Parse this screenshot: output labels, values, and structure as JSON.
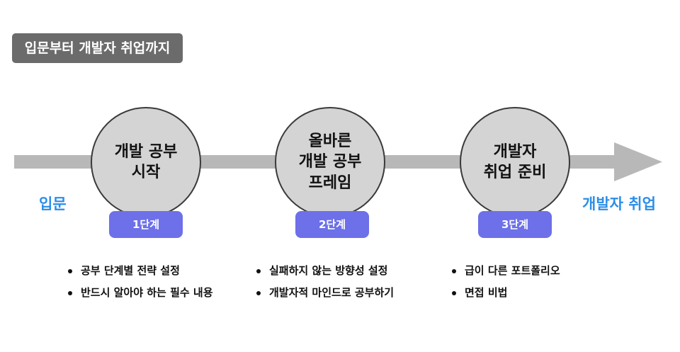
{
  "title": "입문부터 개발자 취업까지",
  "start_label": "입문",
  "end_label": "개발자 취업",
  "stages": [
    {
      "circle_text": "개발 공부\n시작",
      "step": "1단계",
      "bullets": [
        "공부 단계별 전략 설정",
        "반드시 알아야 하는 필수 내용"
      ]
    },
    {
      "circle_text": "올바른\n개발 공부\n프레임",
      "step": "2단계",
      "bullets": [
        "실패하지 않는 방향성 설정",
        "개발자적 마인드로 공부하기"
      ]
    },
    {
      "circle_text": "개발자\n취업 준비",
      "step": "3단계",
      "bullets": [
        "급이 다른 포트폴리오",
        "면접 비법"
      ]
    }
  ],
  "colors": {
    "title_bg": "#6b6b6b",
    "arrow": "#b8b8b8",
    "circle_fill": "#d4d4d4",
    "step_badge": "#6d70e8",
    "endpoint_text": "#2b8ee8"
  }
}
